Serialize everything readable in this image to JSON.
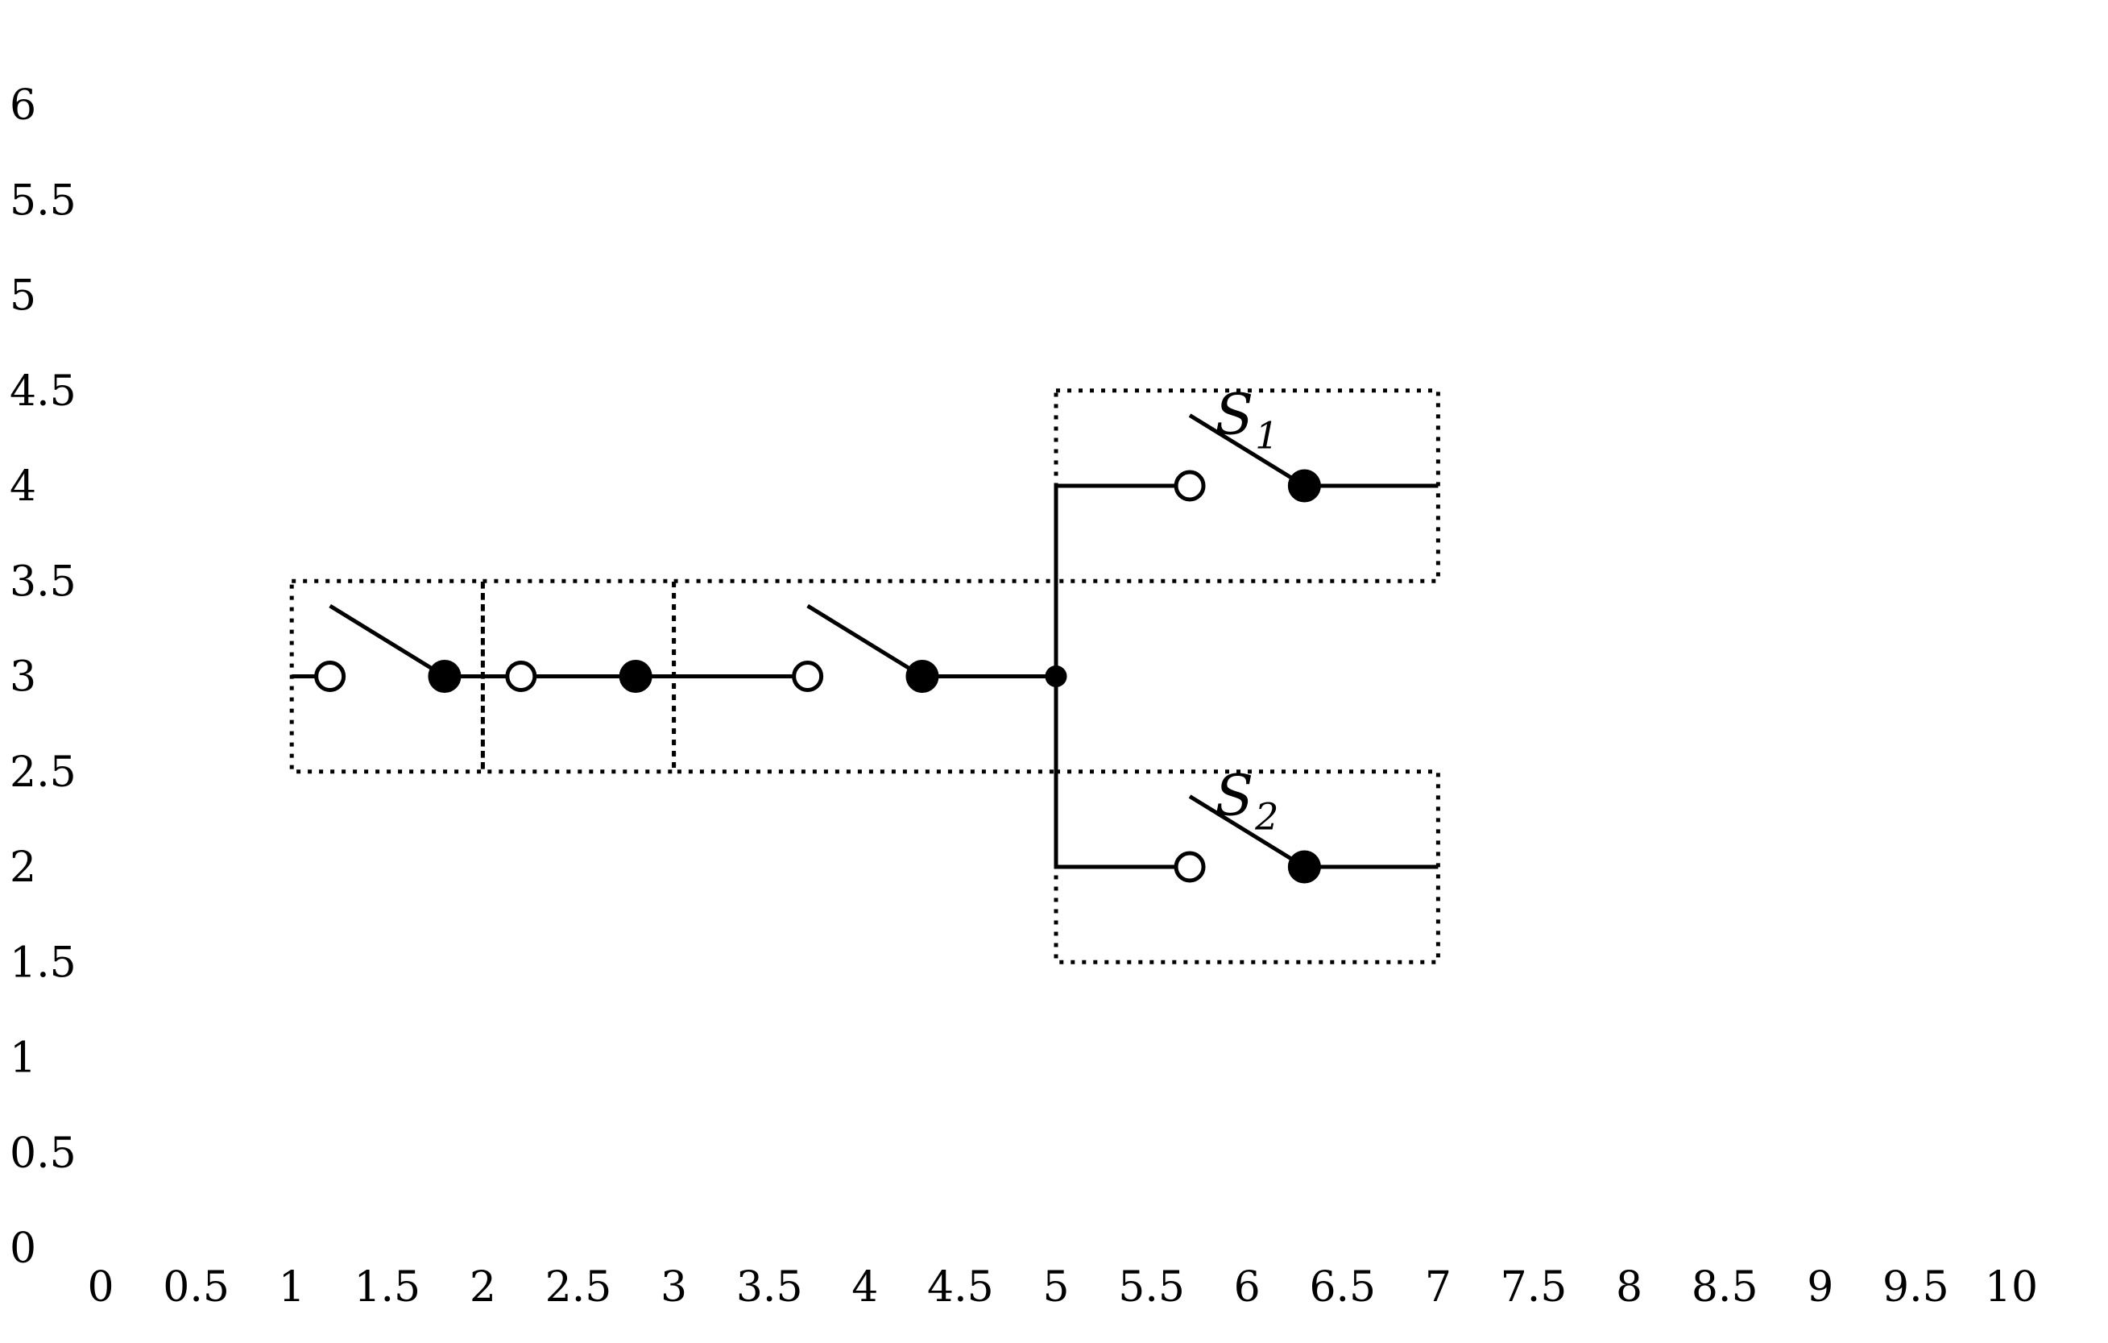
{
  "axes": {
    "x_ticks": [
      "0",
      "0.5",
      "1",
      "1.5",
      "2",
      "2.5",
      "3",
      "3.5",
      "4",
      "4.5",
      "5",
      "5.5",
      "6",
      "6.5",
      "7",
      "7.5",
      "8",
      "8.5",
      "9",
      "9.5",
      "10"
    ],
    "y_ticks": [
      "0",
      "0.5",
      "1",
      "1.5",
      "2",
      "2.5",
      "3",
      "3.5",
      "4",
      "4.5",
      "5",
      "5.5",
      "6"
    ]
  },
  "diagram": {
    "boxes": [
      {
        "name": "switch-box-1",
        "x": [
          1,
          2
        ],
        "y": [
          2.5,
          3.5
        ]
      },
      {
        "name": "contact-box",
        "x": [
          2,
          3
        ],
        "y": [
          2.5,
          3.5
        ]
      },
      {
        "name": "switch-box-2",
        "x": [
          3,
          5
        ],
        "y": [
          2.5,
          3.5
        ]
      },
      {
        "name": "switch-box-s1",
        "x": [
          5,
          7
        ],
        "y": [
          3.5,
          4.5
        ]
      },
      {
        "name": "switch-box-s2",
        "x": [
          5,
          7
        ],
        "y": [
          1.5,
          2.5
        ]
      }
    ],
    "wires": [
      {
        "name": "wire-lead-in",
        "pts": [
          [
            1,
            3
          ],
          [
            1.2,
            3
          ]
        ]
      },
      {
        "name": "wire-contact-1",
        "pts": [
          [
            1.8,
            3
          ],
          [
            2.2,
            3
          ]
        ]
      },
      {
        "name": "wire-contact-2",
        "pts": [
          [
            2.2,
            3
          ],
          [
            2.8,
            3
          ]
        ]
      },
      {
        "name": "wire-mid",
        "pts": [
          [
            2.8,
            3
          ],
          [
            3.7,
            3
          ]
        ]
      },
      {
        "name": "wire-to-junction",
        "pts": [
          [
            4.3,
            3
          ],
          [
            5,
            3
          ]
        ]
      },
      {
        "name": "wire-branch-up",
        "pts": [
          [
            5,
            3
          ],
          [
            5,
            4
          ],
          [
            5.7,
            4
          ]
        ]
      },
      {
        "name": "wire-branch-down",
        "pts": [
          [
            5,
            3
          ],
          [
            5,
            2
          ],
          [
            5.7,
            2
          ]
        ]
      },
      {
        "name": "wire-out-s1",
        "pts": [
          [
            6.3,
            4
          ],
          [
            7,
            4
          ]
        ]
      },
      {
        "name": "wire-out-s2",
        "pts": [
          [
            6.3,
            2
          ],
          [
            7,
            2
          ]
        ]
      }
    ],
    "levers": [
      {
        "name": "switch-lever-1",
        "from": [
          1.2,
          3.37
        ],
        "to": [
          1.8,
          3
        ]
      },
      {
        "name": "switch-lever-2",
        "from": [
          3.7,
          3.37
        ],
        "to": [
          4.3,
          3
        ]
      },
      {
        "name": "switch-lever-s1",
        "from": [
          5.7,
          4.37
        ],
        "to": [
          6.3,
          4
        ]
      },
      {
        "name": "switch-lever-s2",
        "from": [
          5.7,
          2.37
        ],
        "to": [
          6.3,
          2
        ]
      }
    ],
    "open_terminals": [
      [
        1.2,
        3
      ],
      [
        2.2,
        3
      ],
      [
        3.7,
        3
      ],
      [
        5.7,
        4
      ],
      [
        5.7,
        2
      ]
    ],
    "closed_terminals": [
      [
        1.8,
        3
      ],
      [
        2.8,
        3
      ],
      [
        4.3,
        3
      ],
      [
        6.3,
        4
      ],
      [
        6.3,
        2
      ]
    ],
    "junctions": [
      [
        5,
        3
      ]
    ],
    "labels": [
      {
        "name": "label-s1",
        "base": "S",
        "sub": "1",
        "at": [
          6,
          4.4
        ]
      },
      {
        "name": "label-s2",
        "base": "S",
        "sub": "2",
        "at": [
          6,
          2.4
        ]
      }
    ]
  }
}
